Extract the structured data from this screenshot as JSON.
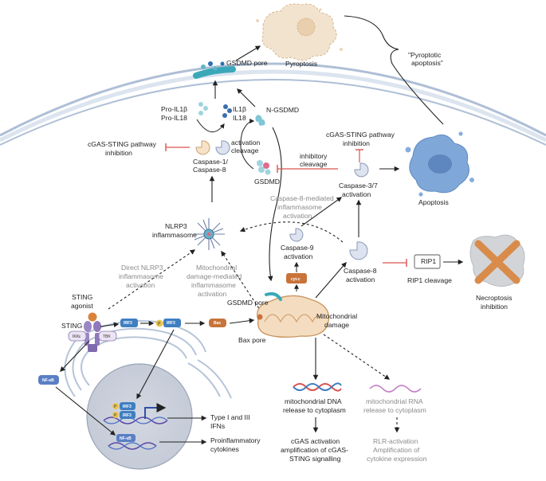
{
  "labels": {
    "gsdmd_pore_top": "GSDMD pore",
    "pyroptosis": "Pyroptosis",
    "pyroptotic_apoptosis_1": "\"Pyroptotic",
    "pyroptotic_apoptosis_2": "apoptosis\"",
    "pro_il1b": "Pro-IL1β",
    "pro_il18": "Pro-IL18",
    "il1b": "IL1β",
    "il18": "IL18",
    "n_gsdmd": "N-GSDMD",
    "cgas_inhib_left_1": "cGAS-STING pathway",
    "cgas_inhib_left_2": "inhibition",
    "caspase18_1": "Caspase-1/",
    "caspase18_2": "Caspase-8",
    "activation_cleavage_1": "activation",
    "activation_cleavage_2": "cleavage",
    "gsdmd": "GSDMD",
    "cgas_inhib_right_1": "cGAS-STING pathway",
    "cgas_inhib_right_2": "inhibition",
    "inhibitory_cleavage_1": "inhibitory",
    "inhibitory_cleavage_2": "cleavage",
    "caspase37_1": "Caspase-3/7",
    "caspase37_2": "activation",
    "apoptosis": "Apoptosis",
    "casp8_inflam_1": "Caspase-8-mediated",
    "casp8_inflam_2": "inflammasome",
    "casp8_inflam_3": "activation",
    "nlrp3_1": "NLRP3",
    "nlrp3_2": "inflammasome",
    "caspase9_1": "Caspase-9",
    "caspase9_2": "activation",
    "rip1": "RIP1",
    "caspase8_1": "Caspase-8",
    "caspase8_2": "activation",
    "rip1_cleavage": "RIP1 cleavage",
    "necroptosis_1": "Necroptosis",
    "necroptosis_2": "inhibition",
    "direct_nlrp3_1": "Direct NLRP3",
    "direct_nlrp3_2": "inflammasome",
    "direct_nlrp3_3": "activation",
    "mito_inflam_1": "Mitochondrial",
    "mito_inflam_2": "damage-mediated",
    "mito_inflam_3": "inflammasome",
    "mito_inflam_4": "activation",
    "cyt_c": "cyt-c",
    "gsdmd_pore_mito": "GSDMD pore",
    "sting_agonist_1": "STING",
    "sting_agonist_2": "agonist",
    "sting": "STING",
    "irf3": "IRF3",
    "p": "P",
    "bax": "Bax",
    "ikke": "IKKε",
    "tbk": "TBK",
    "mito_damage_1": "Mitochondrial",
    "mito_damage_2": "damage",
    "bax_pore": "Bax pore",
    "nfkb": "NF-κB",
    "mtdna_1": "mitochondrial DNA",
    "mtdna_2": "release to cytoplasm",
    "mtrna_1": "mitochondrial RNA",
    "mtrna_2": "release to cytoplasm",
    "ifn_1": "Type I and III",
    "ifn_2": "IFNs",
    "cytokines_1": "Proinflammatory",
    "cytokines_2": "cytokines",
    "cgas_act_1": "cGAS activation",
    "cgas_act_2": "amplification of cGAS-",
    "cgas_act_3": "STING signalling",
    "rlr_1": "RLR-activation",
    "rlr_2": "Amplification of",
    "rlr_3": "cytokine expression"
  },
  "colors": {
    "inhibition_red": "#d9534f",
    "irf3_blue": "#3f7fc1",
    "bax_orange": "#c8733a",
    "nfkb_blue": "#5a7fc4",
    "cell_purple": "#8b86b5",
    "mito_orange": "#d9a46a",
    "membrane_blue": "#c5d4e6",
    "pore_teal": "#3aa8b8",
    "grey_text": "#8a8a8a"
  }
}
